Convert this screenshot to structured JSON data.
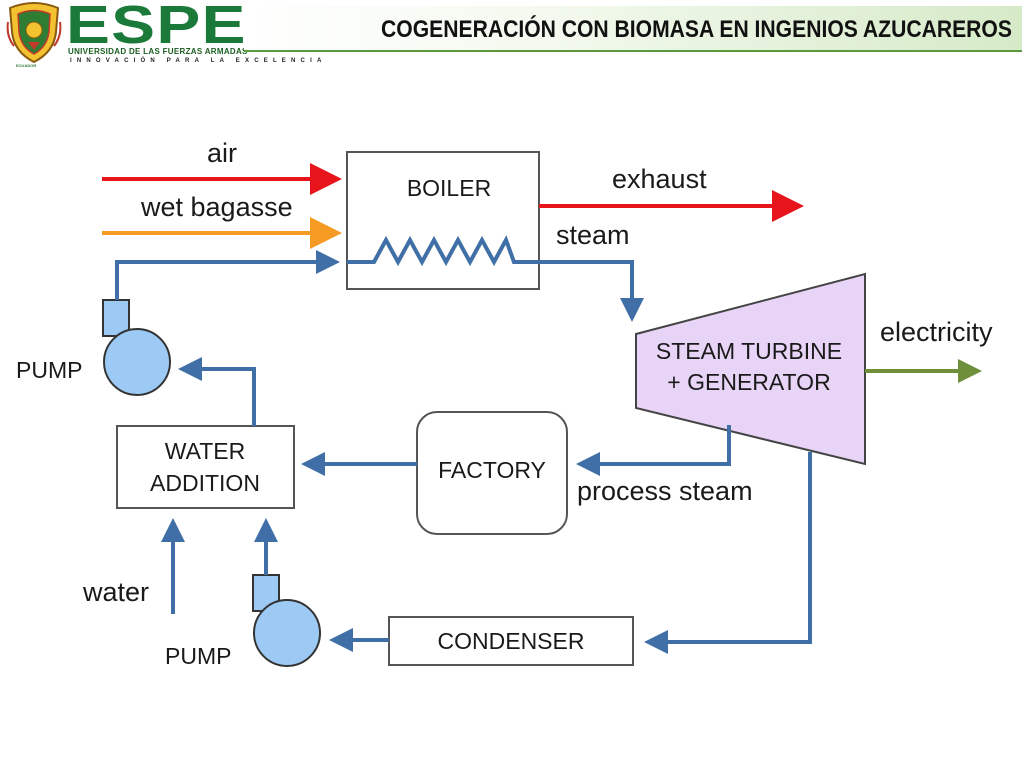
{
  "header": {
    "logo_word": "ESPE",
    "logo_line1": "UNIVERSIDAD DE LAS FUERZAS ARMADAS",
    "logo_line2": "INNOVACIÓN PARA LA EXCELENCIA",
    "crest_caption": "ECUADOR",
    "title": "COGENERACIÓN CON BIOMASA EN INGENIOS AZUCAREROS"
  },
  "diagram": {
    "nodes": {
      "boiler": "BOILER",
      "turbine_line1": "STEAM TURBINE",
      "turbine_line2": "+ GENERATOR",
      "factory": "FACTORY",
      "water_addition_line1": "WATER",
      "water_addition_line2": "ADDITION",
      "condenser": "CONDENSER",
      "pump_top": "PUMP",
      "pump_bottom": "PUMP"
    },
    "flows": {
      "air": "air",
      "wet_bagasse": "wet bagasse",
      "exhaust": "exhaust",
      "steam": "steam",
      "electricity": "electricity",
      "process_steam": "process steam",
      "water": "water"
    },
    "colors": {
      "air": "#e8141c",
      "bagasse": "#f59a23",
      "water_line": "#3f6fa6",
      "electricity": "#6f8f3a",
      "turbine_fill": "#e8d4f6",
      "pump_fill": "#9ccaf4"
    }
  }
}
